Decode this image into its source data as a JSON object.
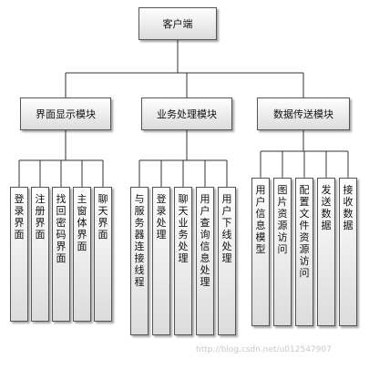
{
  "diagram": {
    "root": {
      "label": "客户端"
    },
    "groups": [
      {
        "label": "界面显示模块",
        "children": [
          "登录界面",
          "注册界面",
          "找回密码界面",
          "主窗体界面",
          "聊天界面"
        ]
      },
      {
        "label": "业务处理模块",
        "children": [
          "与服务器连接线程",
          "登录处理",
          "聊天业务处理",
          "用户查询信息处理",
          "用户下线处理"
        ]
      },
      {
        "label": "数据传送模块",
        "children": [
          "用户信息模型",
          "图片资源访问",
          "配置文件资源访问",
          "发送数据",
          "接收数据"
        ]
      }
    ],
    "watermark": "http://blog.csdn.net/u012547907"
  }
}
